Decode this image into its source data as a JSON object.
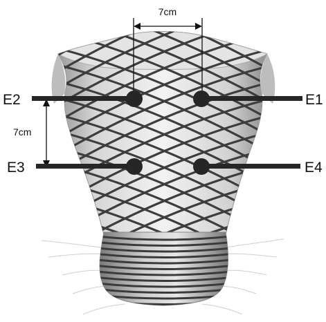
{
  "diagram": {
    "dimension_horizontal": "7cm",
    "dimension_vertical": "7cm",
    "electrodes": [
      {
        "id": "E1",
        "label": "E1"
      },
      {
        "id": "E2",
        "label": "E2"
      },
      {
        "id": "E3",
        "label": "E3"
      },
      {
        "id": "E4",
        "label": "E4"
      }
    ]
  },
  "colors": {
    "background": "#ffffff",
    "tissue_light": "#f1f1f1",
    "tissue_mid": "#c9c9c9",
    "tissue_dark": "#8a8a8a",
    "fiber": "#3d3d3d",
    "electrode": "#262626",
    "annotation": "#111111"
  }
}
